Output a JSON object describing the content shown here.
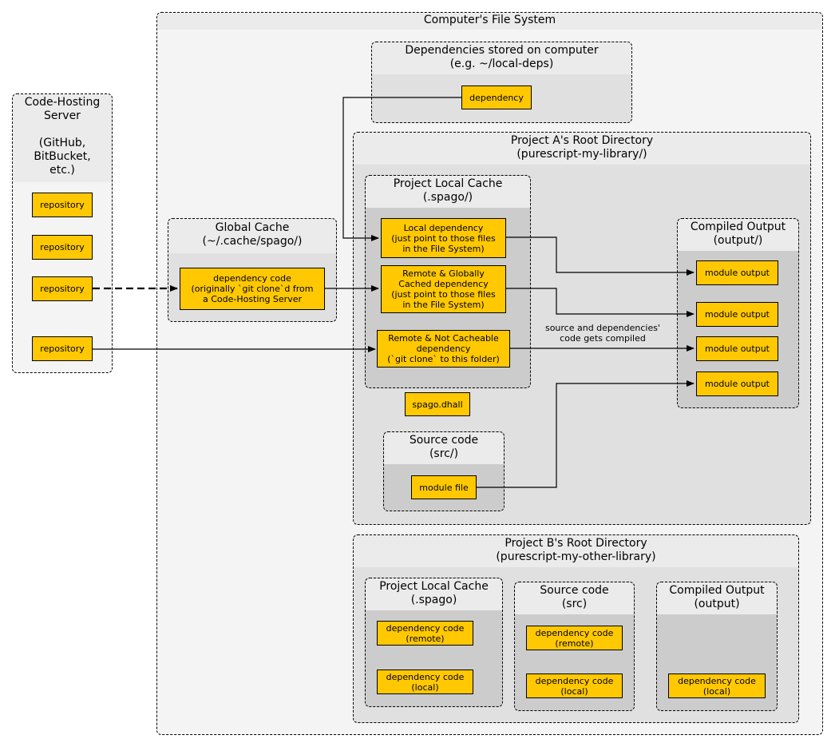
{
  "file_system": {
    "title": "Computer's File System",
    "deps_stored": {
      "title": "Dependencies stored on computer\n(e.g. ~/local-deps)",
      "dependency": "dependency"
    },
    "project_a": {
      "title": "Project A's Root Directory\n(purescript-my-library/)",
      "local_cache": {
        "title": "Project Local Cache\n(.spago/)",
        "local_dependency": "Local dependency\n(just point to those files\nin the File System)",
        "remote_global": "Remote & Globally\nCached dependency\n(just point to those files\nin the File System)",
        "remote_not_cacheable": "Remote & Not Cacheable\ndependency\n(`git clone` to this folder)"
      },
      "spago_dhall": "spago.dhall",
      "source_code": {
        "title": "Source code\n(src/)",
        "module_file": "module file"
      },
      "compiled_output": {
        "title": "Compiled Output\n(output/)",
        "modules": [
          "module output",
          "module output",
          "module output",
          "module output"
        ]
      },
      "compile_note": "source and dependencies'\ncode gets compiled"
    },
    "project_b": {
      "title": "Project B's Root Directory\n(purescript-my-other-library)",
      "local_cache": {
        "title": "Project Local Cache\n(.spago)",
        "items": [
          "dependency code\n(remote)",
          "dependency code\n(local)"
        ]
      },
      "source_code": {
        "title": "Source code\n(src)",
        "items": [
          "dependency code\n(remote)",
          "dependency code\n(local)"
        ]
      },
      "compiled_output": {
        "title": "Compiled Output\n(output)",
        "items": [
          "dependency code\n(local)"
        ]
      }
    }
  },
  "global_cache": {
    "title": "Global Cache\n(~/.cache/spago/)",
    "dependency_code": "dependency code\n(originally `git clone`d from\na Code-Hosting Server"
  },
  "code_hosting": {
    "title": "Code-Hosting\nServer\n\n(GitHub,\nBitBucket,\netc.)",
    "repos": [
      "repository",
      "repository",
      "repository",
      "repository"
    ]
  },
  "colors": {
    "node_fill": "#ffc800",
    "outer_bg": "#f4f4f4",
    "cluster_bg": "#e0e0e0",
    "inner_bg": "#cccccc",
    "header_bg": "#ebebeb"
  }
}
